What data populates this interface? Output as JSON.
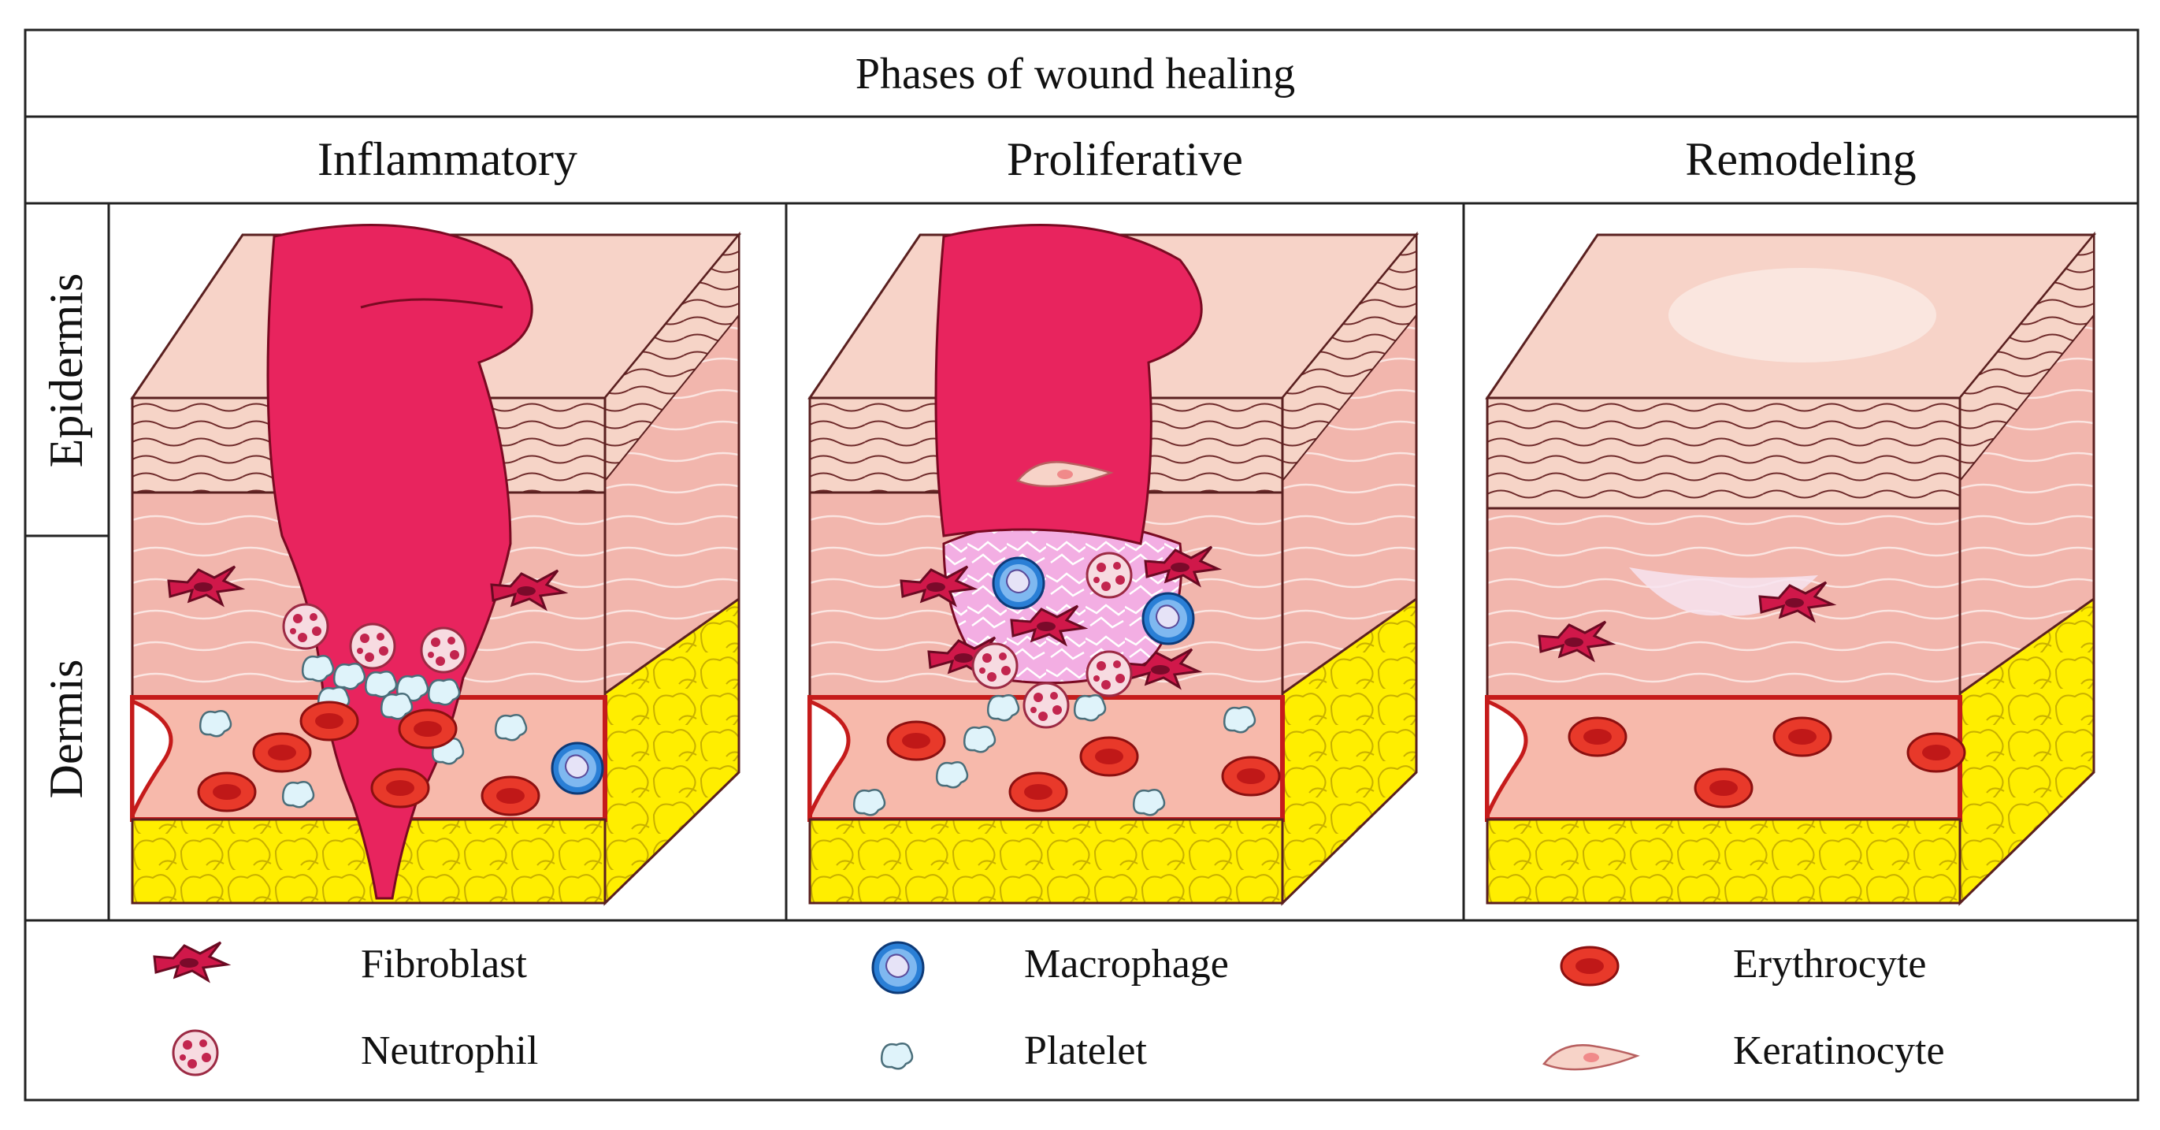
{
  "title": "Phases of wound healing",
  "phases": [
    "Inflammatory",
    "Proliferative",
    "Remodeling"
  ],
  "layers": [
    "Epidermis",
    "Dermis"
  ],
  "legend": [
    {
      "label": "Fibroblast",
      "icon": "fibroblast-icon"
    },
    {
      "label": "Neutrophil",
      "icon": "neutrophil-icon"
    },
    {
      "label": "Macrophage",
      "icon": "macrophage-icon"
    },
    {
      "label": "Platelet",
      "icon": "platelet-icon"
    },
    {
      "label": "Erythrocyte",
      "icon": "erythrocyte-icon"
    },
    {
      "label": "Keratinocyte",
      "icon": "keratinocyte-icon"
    }
  ],
  "colors": {
    "wound": "#e8245e",
    "skin_top": "#f7d3c8",
    "skin_side": "#f2b3aa",
    "epidermis_line": "#6e2a2a",
    "fat": "#ffee00",
    "vessel": "#f7b9ab",
    "vessel_edge": "#c51b1b",
    "erythrocyte": "#e8392a",
    "platelet": "#dff3fa",
    "macrophage": "#2a7fd6",
    "neutrophil": "#f5c3cf",
    "fibroblast": "#d0184a",
    "granulation": "#f6b8e6"
  }
}
